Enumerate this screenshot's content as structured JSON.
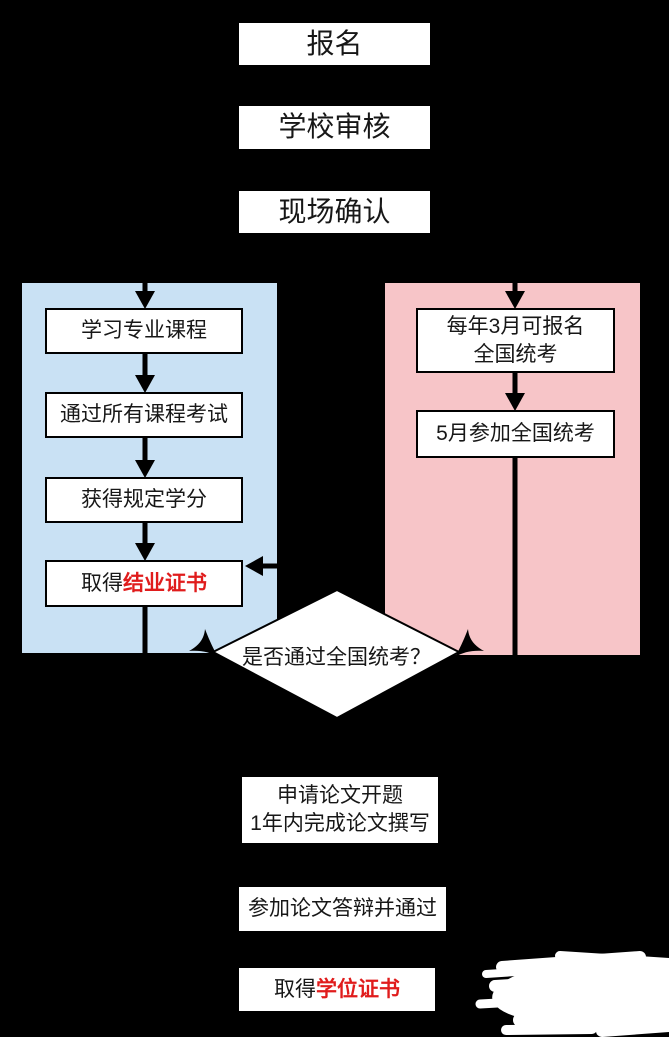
{
  "steps": {
    "signup": "报名",
    "school_review": "学校审核",
    "onsite_confirm": "现场确认",
    "study_course": "学习专业课程",
    "pass_all_exams": "通过所有课程考试",
    "earn_credits": "获得规定学分",
    "completion": {
      "prefix": "取得",
      "highlight": "结业证书"
    },
    "national_exam_signup": {
      "line1": "每年3月可报名",
      "line2": "全国统考"
    },
    "national_exam_take": "5月参加全国统考",
    "thesis": {
      "line1": "申请论文开题",
      "line2": "1年内完成论文撰写"
    },
    "defense": "参加论文答辩并通过",
    "degree": {
      "prefix": "取得",
      "highlight": "学位证书"
    }
  },
  "decision": {
    "label": "是否通过全国统考？"
  },
  "colors": {
    "background": "#000000",
    "left_panel": "#c9e1f4",
    "right_panel": "#f7c5c8",
    "box_fill": "#ffffff",
    "line": "#000000",
    "highlight_red": "#e01c1c"
  }
}
